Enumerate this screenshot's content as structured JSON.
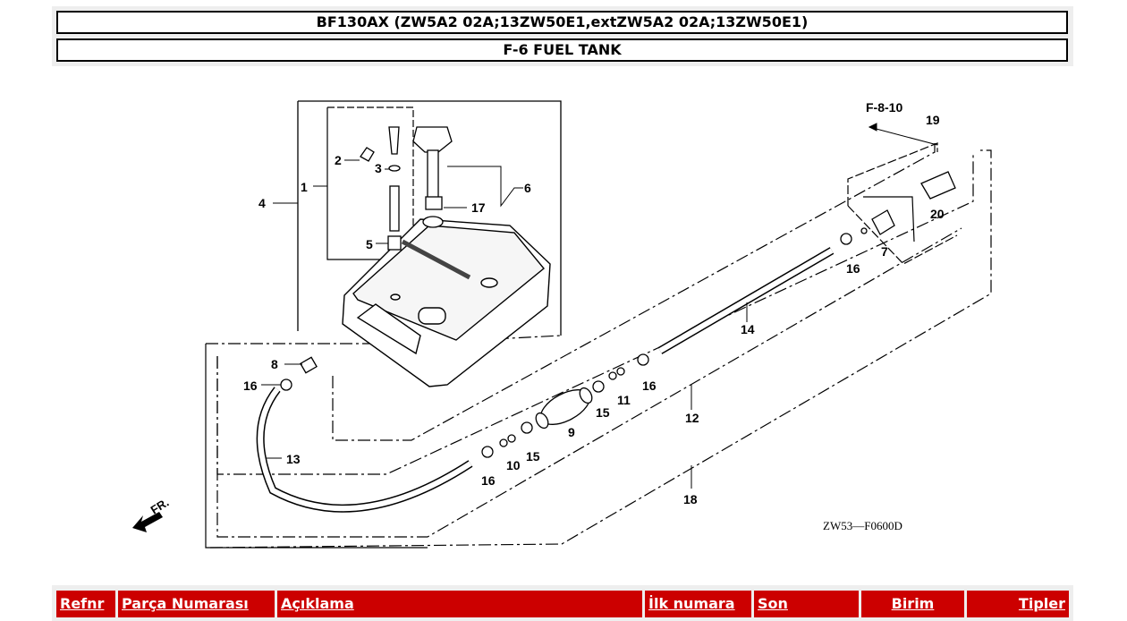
{
  "header": {
    "model_title": "BF130AX (ZW5A2 02A;13ZW50E1,extZW5A2 02A;13ZW50E1)",
    "section_title": "F-6 FUEL TANK"
  },
  "diagram": {
    "ref_section": "F-8-10",
    "drawing_code": "ZW53—F0600D",
    "front_label": "FR.",
    "callouts": [
      "1",
      "2",
      "3",
      "4",
      "5",
      "6",
      "7",
      "8",
      "9",
      "10",
      "11",
      "12",
      "13",
      "14",
      "15",
      "16",
      "17",
      "18",
      "19",
      "20"
    ]
  },
  "table": {
    "columns": [
      "Refnr",
      "Parça Numarası",
      "Açıklama",
      "İlk numara",
      "Son",
      "Birim",
      "Tipler"
    ]
  },
  "colors": {
    "header_red": "#cc0000",
    "frame_grey": "#eeeeee"
  }
}
